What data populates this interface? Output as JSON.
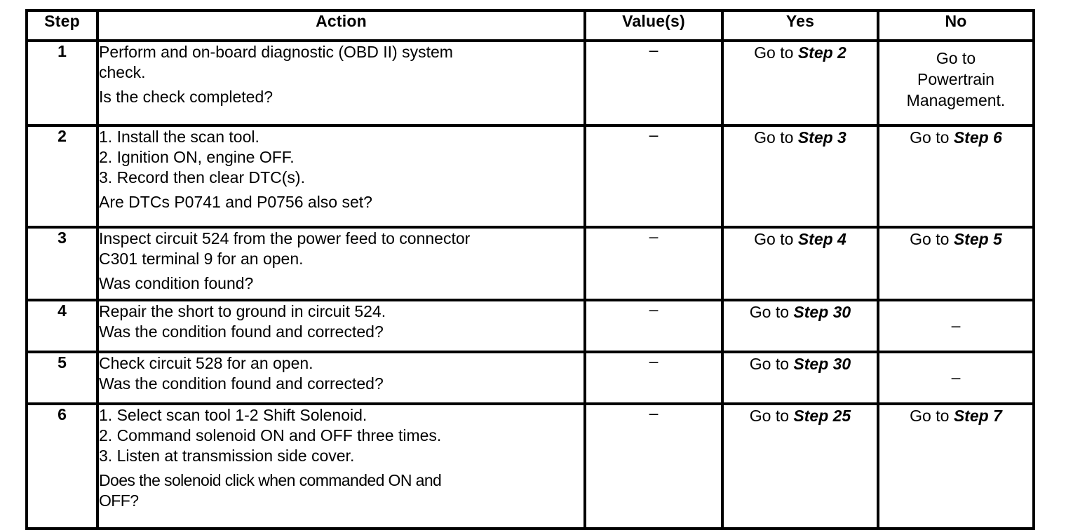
{
  "table": {
    "headers": [
      "Step",
      "Action",
      "Value(s)",
      "Yes",
      "No"
    ],
    "rows": [
      {
        "step": "1",
        "action_lines": [
          "Perform and on-board diagnostic (OBD II) system",
          "check."
        ],
        "action_question": [
          "Is the check completed?"
        ],
        "value": "–",
        "yes": {
          "prefix": "Go to ",
          "target": "Step 2"
        },
        "no_lines": [
          "Go to",
          "Powertrain",
          "Management."
        ]
      },
      {
        "step": "2",
        "action_lines": [
          "1. Install the scan tool.",
          "2. Ignition ON, engine OFF.",
          "3. Record then clear DTC(s)."
        ],
        "action_question": [
          "Are DTCs P0741 and P0756 also set?"
        ],
        "value": "–",
        "yes": {
          "prefix": "Go to ",
          "target": "Step 3"
        },
        "no": {
          "prefix": "Go to ",
          "target": "Step 6"
        }
      },
      {
        "step": "3",
        "action_lines": [
          "Inspect circuit 524 from the power feed to connector",
          "C301 terminal 9 for an open."
        ],
        "action_question": [
          "Was condition found?"
        ],
        "value": "–",
        "yes": {
          "prefix": "Go to ",
          "target": "Step 4"
        },
        "no": {
          "prefix": "Go to ",
          "target": "Step 5"
        }
      },
      {
        "step": "4",
        "action_lines": [
          "Repair the short to ground in circuit 524."
        ],
        "action_question": [
          "Was the condition found and corrected?"
        ],
        "value": "–",
        "yes": {
          "prefix": "Go to ",
          "target": "Step 30"
        },
        "no_dash": "–"
      },
      {
        "step": "5",
        "action_lines": [
          "Check circuit 528 for an open."
        ],
        "action_question": [
          "Was the condition found and corrected?"
        ],
        "value": "–",
        "yes": {
          "prefix": "Go to ",
          "target": "Step 30"
        },
        "no_dash": "–"
      },
      {
        "step": "6",
        "action_lines": [
          "1. Select scan tool 1-2 Shift Solenoid.",
          "2. Command solenoid ON and OFF three times.",
          "3. Listen at transmission side cover."
        ],
        "action_question": [
          "Does the solenoid click when commanded ON and",
          "OFF?"
        ],
        "value": "–",
        "yes": {
          "prefix": "Go to ",
          "target": "Step 25"
        },
        "no": {
          "prefix": "Go to ",
          "target": "Step 7"
        }
      }
    ]
  },
  "colors": {
    "border": "#000000",
    "text": "#000000",
    "background": "#ffffff"
  }
}
